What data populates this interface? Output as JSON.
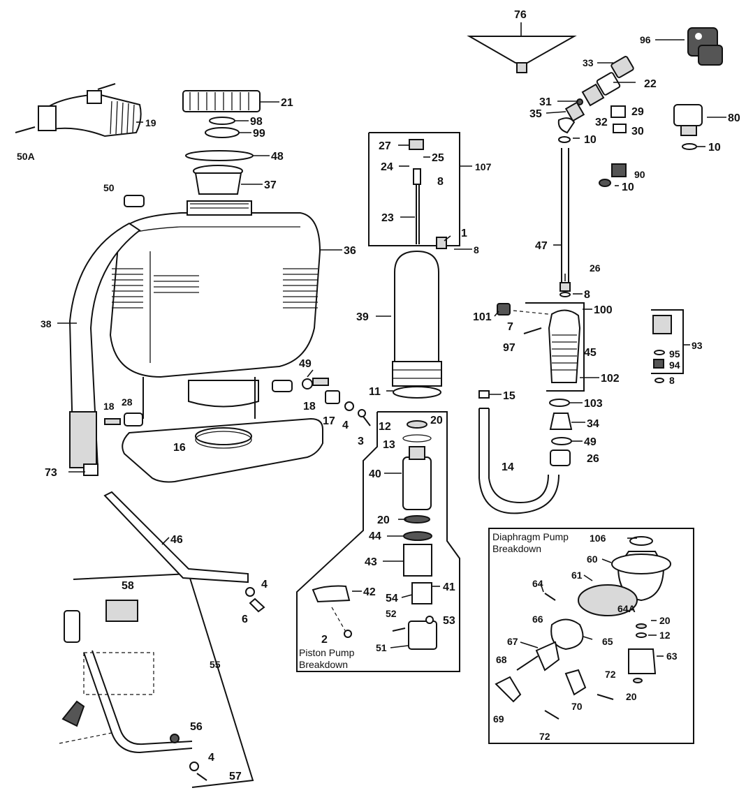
{
  "boxes": {
    "piston_title": "Piston Pump\nBreakdown",
    "piston_line1": "Piston Pump",
    "piston_line2": "Breakdown",
    "diaphragm_line1": "Diaphragm Pump",
    "diaphragm_line2": "Breakdown"
  },
  "callouts": {
    "c76": "76",
    "c96": "96",
    "c33": "33",
    "c22": "22",
    "c31": "31",
    "c35": "35",
    "c29": "29",
    "c32": "32",
    "c30": "30",
    "c80": "80",
    "c10a": "10",
    "c10b": "10",
    "c10c": "10",
    "c90": "90",
    "c47": "47",
    "c26a": "26",
    "c8a": "8",
    "c101": "101",
    "c100": "100",
    "c7": "7",
    "c97": "97",
    "c45": "45",
    "c102": "102",
    "c93": "93",
    "c95": "95",
    "c94": "94",
    "c8b": "8",
    "c103": "103",
    "c34": "34",
    "c49a": "49",
    "c26b": "26",
    "c15": "15",
    "c14": "14",
    "c21": "21",
    "c98": "98",
    "c99": "99",
    "c48": "48",
    "c37": "37",
    "c19": "19",
    "c50A": "50A",
    "c50": "50",
    "c36": "36",
    "c38": "38",
    "c27": "27",
    "c25": "25",
    "c24": "24",
    "c107": "107",
    "c8c": "8",
    "c23": "23",
    "c1": "1",
    "c8d": "8",
    "c39": "39",
    "c11": "11",
    "c49b": "49",
    "c18a": "18",
    "c17": "17",
    "c4a": "4",
    "c3": "3",
    "c18b": "18",
    "c28": "28",
    "c16": "16",
    "c73": "73",
    "c12a": "12",
    "c20a": "20",
    "c13": "13",
    "c40": "40",
    "c20b": "20",
    "c44": "44",
    "c43": "43",
    "c42": "42",
    "c41": "41",
    "c54": "54",
    "c52": "52",
    "c53": "53",
    "c2": "2",
    "c51": "51",
    "c46": "46",
    "c4b": "4",
    "c6": "6",
    "c58": "58",
    "c55": "55",
    "c56": "56",
    "c4c": "4",
    "c57": "57",
    "c106": "106",
    "c60": "60",
    "c61": "61",
    "c64": "64",
    "c64A": "64A",
    "c66": "66",
    "c20c": "20",
    "c12b": "12",
    "c67": "67",
    "c65": "65",
    "c63": "63",
    "c68": "68",
    "c72a": "72",
    "c20d": "20",
    "c69": "69",
    "c70": "70",
    "c72b": "72"
  }
}
